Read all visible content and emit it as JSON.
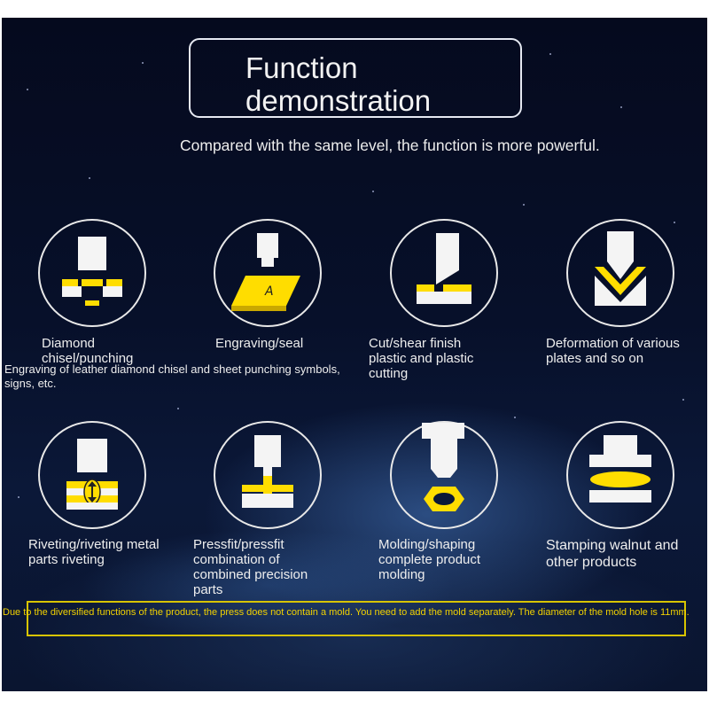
{
  "title": {
    "line1": "Function",
    "line2": "demonstration"
  },
  "subtitle": "Compared with the same level, the function is more powerful.",
  "functions": [
    {
      "label": "Diamond chisel/punching",
      "description": "Engraving of leather diamond chisel and sheet punching symbols, signs, etc.",
      "icon": "diamond-chisel-punching-icon"
    },
    {
      "label": "Engraving/seal",
      "icon": "engraving-seal-icon",
      "engrave_letter": "A"
    },
    {
      "label": "Cut/shear finish plastic and plastic cutting",
      "icon": "cut-shear-icon"
    },
    {
      "label": "Deformation of various plates and so on",
      "icon": "deformation-icon"
    },
    {
      "label": "Riveting/riveting metal parts riveting",
      "icon": "riveting-icon"
    },
    {
      "label": "Pressfit/pressfit combination of combined precision parts",
      "icon": "pressfit-icon"
    },
    {
      "label": "Molding/shaping complete product molding",
      "icon": "molding-shaping-icon"
    },
    {
      "label": "Stamping walnut and other products",
      "icon": "stamping-walnut-icon"
    }
  ],
  "notice": "Due to the diversified functions of the product, the press does not contain a mold. You need to add the mold separately. The diameter of the mold hole is 11mm.",
  "colors": {
    "accent": "#ffdd00",
    "background": "#07102a",
    "text": "#eeeeee",
    "notice": "#f2d200"
  }
}
